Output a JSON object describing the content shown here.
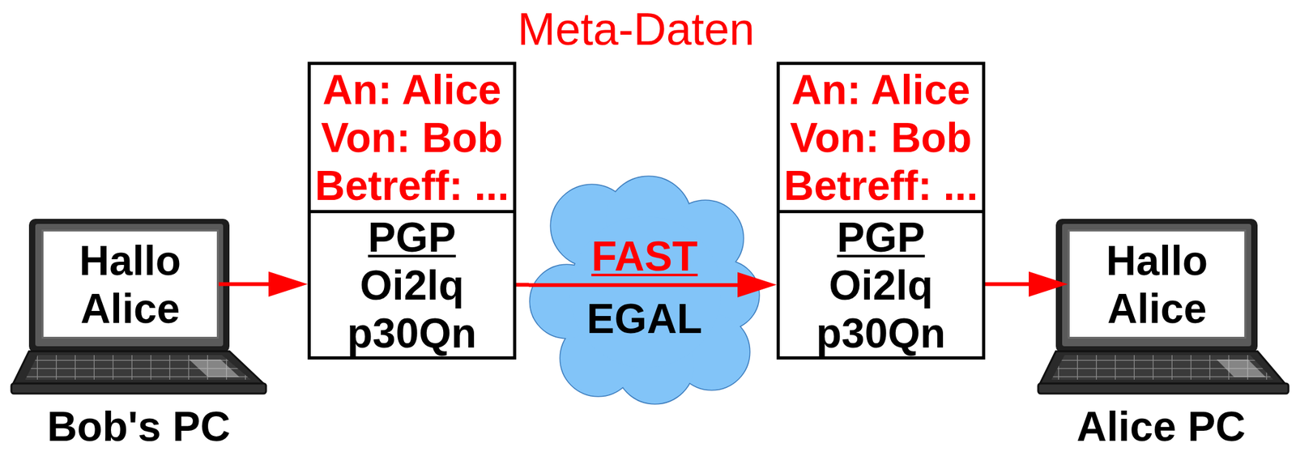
{
  "diagram": {
    "title": "Meta-Daten",
    "nodes": [
      {
        "text": [
          "Hallo Alice"
        ]
      },
      {
        "text": [
          "An: Alice",
          "Von: Bob",
          "Betreff: ..."
        ]
      },
      {
        "text": [
          "PGP",
          "Oi2lq p30Qn"
        ]
      },
      {
        "text": [
          "FAST",
          "EGAL"
        ]
      },
      {
        "text": [
          "An: Alice",
          "Von: Bob",
          "Betreff: ..."
        ]
      },
      {
        "text": [
          "PGP",
          "Oi2lq p30Qn"
        ]
      },
      {
        "text": [
          "Hallo Alice"
        ]
      }
    ],
    "edges": [
      {
        "from": 0,
        "to": 2,
        "arrow": "to"
      },
      {
        "from": 2,
        "to": 3,
        "arrow": "none"
      },
      {
        "from": 3,
        "to": 5,
        "arrow": "to"
      },
      {
        "from": 5,
        "to": 6,
        "arrow": "to"
      }
    ],
    "labels": [
      "Bob's PC",
      "Alice PC"
    ]
  }
}
